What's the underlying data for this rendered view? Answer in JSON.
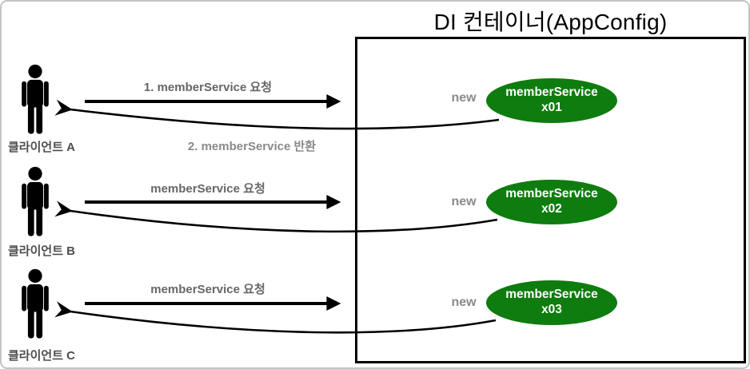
{
  "title": "DI 컨테이너(AppConfig)",
  "rows": [
    {
      "client_label": "클라이언트 A",
      "request_label": "1. memberService 요청",
      "return_label": "2. memberService 반환",
      "new_label": "new",
      "service_name": "memberService",
      "service_instance": "x01"
    },
    {
      "client_label": "클라이언트 B",
      "request_label": "memberService 요청",
      "new_label": "new",
      "service_name": "memberService",
      "service_instance": "x02"
    },
    {
      "client_label": "클라이언트 C",
      "request_label": "memberService 요청",
      "new_label": "new",
      "service_name": "memberService",
      "service_instance": "x03"
    }
  ],
  "colors": {
    "service_fill": "#0e7c0e",
    "service_text": "#ffffff",
    "request_label_gray": "#666666",
    "muted_gray": "#8a8a8a",
    "client_label_gray": "#4d4d4d",
    "arrow_black": "#000000",
    "frame_gray": "#c4c4c4"
  }
}
